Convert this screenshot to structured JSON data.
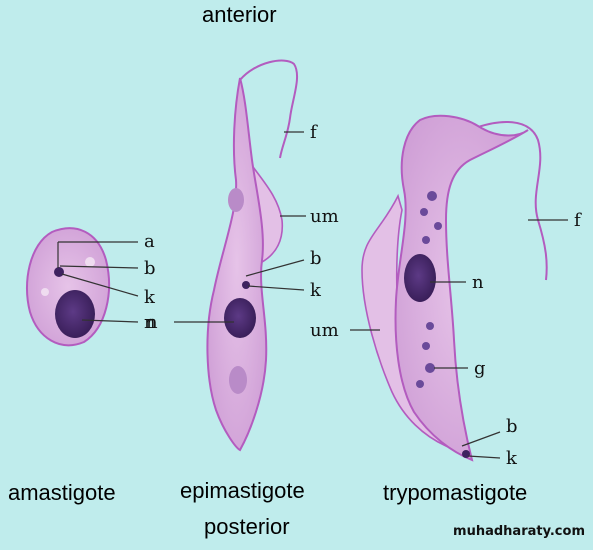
{
  "titles": {
    "anterior": "anterior",
    "posterior": "posterior",
    "amastigote": "amastigote",
    "epimastigote": "epimastigote",
    "trypomastigote": "trypomastigote"
  },
  "labels": {
    "amastigote": {
      "a": "a",
      "b": "b",
      "k": "k",
      "n": "n"
    },
    "epimastigote": {
      "f": "f",
      "um": "um",
      "b": "b",
      "k": "k",
      "n": "n"
    },
    "trypomastigote": {
      "n": "n",
      "f": "f",
      "um": "um",
      "g": "g",
      "b": "b",
      "k": "k"
    }
  },
  "watermark": "muhadharaty.com",
  "colors": {
    "background": "#bfecec",
    "cell_fill": "#dcb2df",
    "cell_edge": "#b35cbf",
    "nucleus": "#4a2a6e",
    "granule": "#6a4a9a"
  }
}
